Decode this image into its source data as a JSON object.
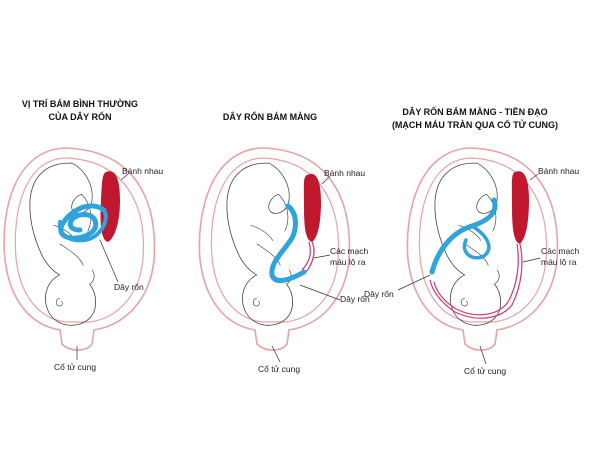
{
  "panels": [
    {
      "title_line1": "VỊ TRÍ BÁM BÌNH THƯỜNG",
      "title_line2": "CỦA DÂY RỐN",
      "placenta_label": "Bánh nhau",
      "cord_label": "Dây rốn",
      "cervix_label": "Cổ tử cung"
    },
    {
      "title_line1": "DÂY RỐN BÁM MÀNG",
      "placenta_label": "Bánh nhau",
      "vessels_line1": "Các mạch",
      "vessels_line2": "máu lộ ra",
      "cord_label": "Dây rốn",
      "cervix_label": "Cổ tử cung"
    },
    {
      "title_line1": "DÂY RỐN BÁM MÀNG - TIỀN ĐẠO",
      "title_line2": "(MẠCH MÁU TRÀN QUA CỔ TỬ CUNG)",
      "placenta_label": "Bánh nhau",
      "vessels_line1": "Các mạch",
      "vessels_line2": "máu lộ ra",
      "cord_label": "Dây rốn",
      "cervix_label": "Cổ tử cung"
    }
  ],
  "colors": {
    "uterus": "#e8a3a3",
    "placenta": "#c0182e",
    "cord": "#2ea3dc",
    "vessels": "#c63b7a",
    "fetus_outline": "#444444"
  }
}
